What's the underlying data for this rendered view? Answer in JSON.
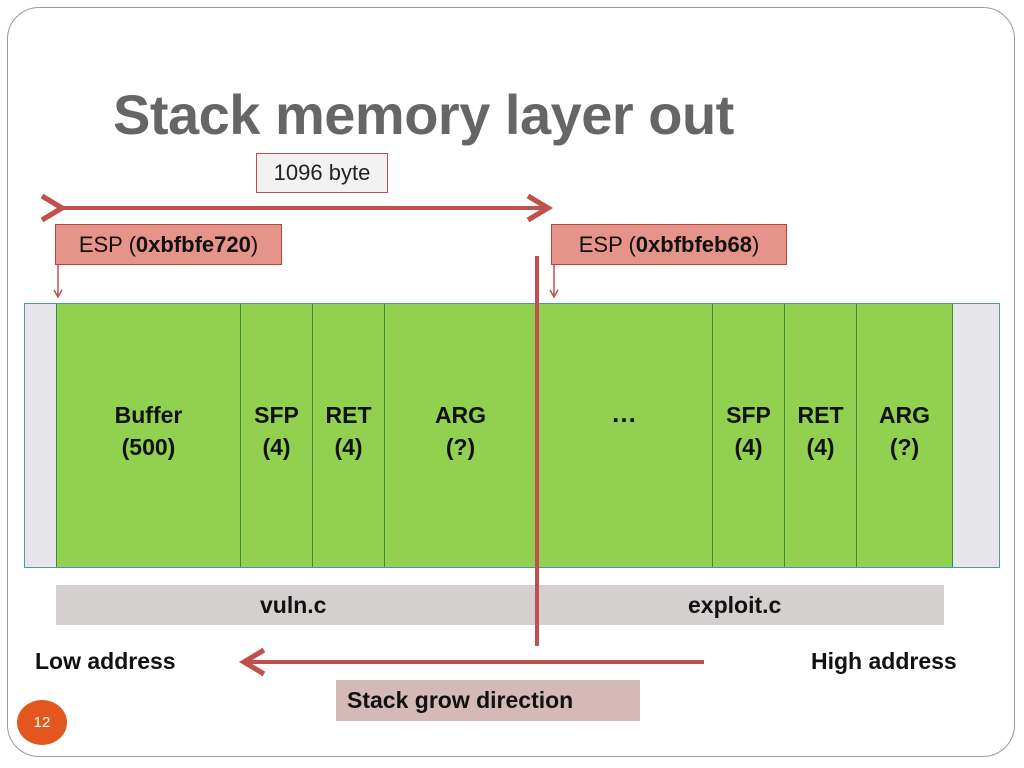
{
  "slide": {
    "title": "Stack memory layer out",
    "page_number": "12"
  },
  "size_label": "1096 byte",
  "esp_left": {
    "prefix": "ESP (",
    "address": "0xbfbfe720",
    "suffix": ")"
  },
  "esp_right": {
    "prefix": "ESP (",
    "address": "0xbfbfeb68",
    "suffix": ")"
  },
  "cells": [
    {
      "name": "Buffer",
      "size": "(500)"
    },
    {
      "name": "SFP",
      "size": "(4)"
    },
    {
      "name": "RET",
      "size": "(4)"
    },
    {
      "name": "ARG",
      "size": "(?)"
    },
    {
      "name": "…",
      "size": ""
    },
    {
      "name": "SFP",
      "size": "(4)"
    },
    {
      "name": "RET",
      "size": "(4)"
    },
    {
      "name": "ARG",
      "size": "(?)"
    }
  ],
  "sources": {
    "left": "vuln.c",
    "right": "exploit.c"
  },
  "addresses": {
    "low": "Low address",
    "high": "High address"
  },
  "grow_direction": "Stack grow direction",
  "colors": {
    "cell_fill": "#92d050",
    "arrow": "#c0504d",
    "esp_fill": "#e6938a",
    "badge": "#e3571f"
  }
}
